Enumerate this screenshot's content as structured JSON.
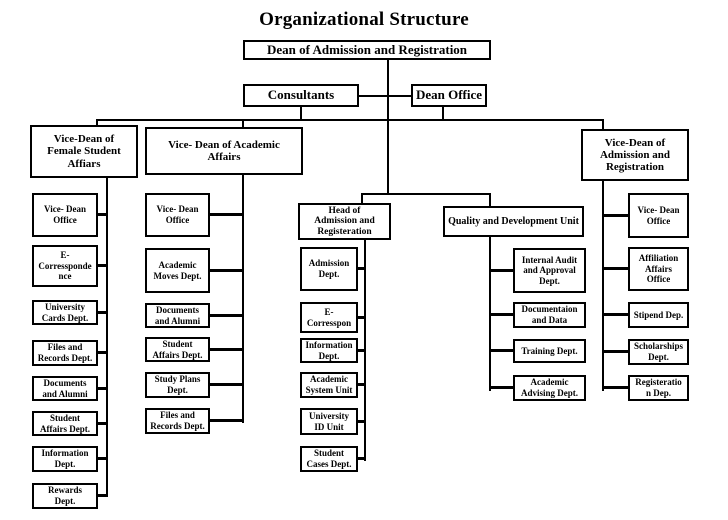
{
  "org": {
    "title": "Organizational Structure",
    "top": {
      "dean": "Dean of Admission and Registration",
      "consultants": "Consultants",
      "dean_office": "Dean Office"
    },
    "branches": {
      "female": {
        "head": "Vice-Dean of\nFemale Student\nAffiars",
        "children": [
          "Vice- Dean\nOffice",
          "E-\nCorressponde\nnce",
          "University\nCards Dept.",
          "Files and\nRecords Dept.",
          "Documents\nand Alumni",
          "Student\nAffairs Dept.",
          "Information\nDept.",
          "Rewards\nDept."
        ]
      },
      "academic": {
        "head": "Vice- Dean of Academic\nAffairs",
        "children": [
          "Vice- Dean\nOffice",
          "Academic\nMoves Dept.",
          "Documents\nand Alumni",
          "Student\nAffairs Dept.",
          "Study Plans\nDept.",
          "Files and\nRecords Dept."
        ]
      },
      "head_admission": {
        "head": "Head of\nAdmission and\nRegisteration",
        "children": [
          "Admission\nDept.",
          "E-\nCorresspon",
          "Information\nDept.",
          "Academic\nSystem Unit",
          "University\nID Unit",
          "Student\nCases Dept."
        ]
      },
      "quality": {
        "head": "Quality and Development Unit",
        "children": [
          "Internal Audit\nand Approval\nDept.",
          "Documentaion\nand Data",
          "Training Dept.",
          "Academic\nAdvising Dept."
        ]
      },
      "admission": {
        "head": "Vice-Dean of\nAdmission and\nRegistration",
        "children": [
          "Vice- Dean\nOffice",
          "Affiliation\nAffairs\nOffice",
          "Stipend Dep.",
          "Scholarships\nDept.",
          "Registeratio\nn Dep."
        ]
      }
    },
    "colors": {
      "line": "#000000",
      "box_border": "#000000",
      "background": "#ffffff",
      "text": "#000000"
    }
  }
}
